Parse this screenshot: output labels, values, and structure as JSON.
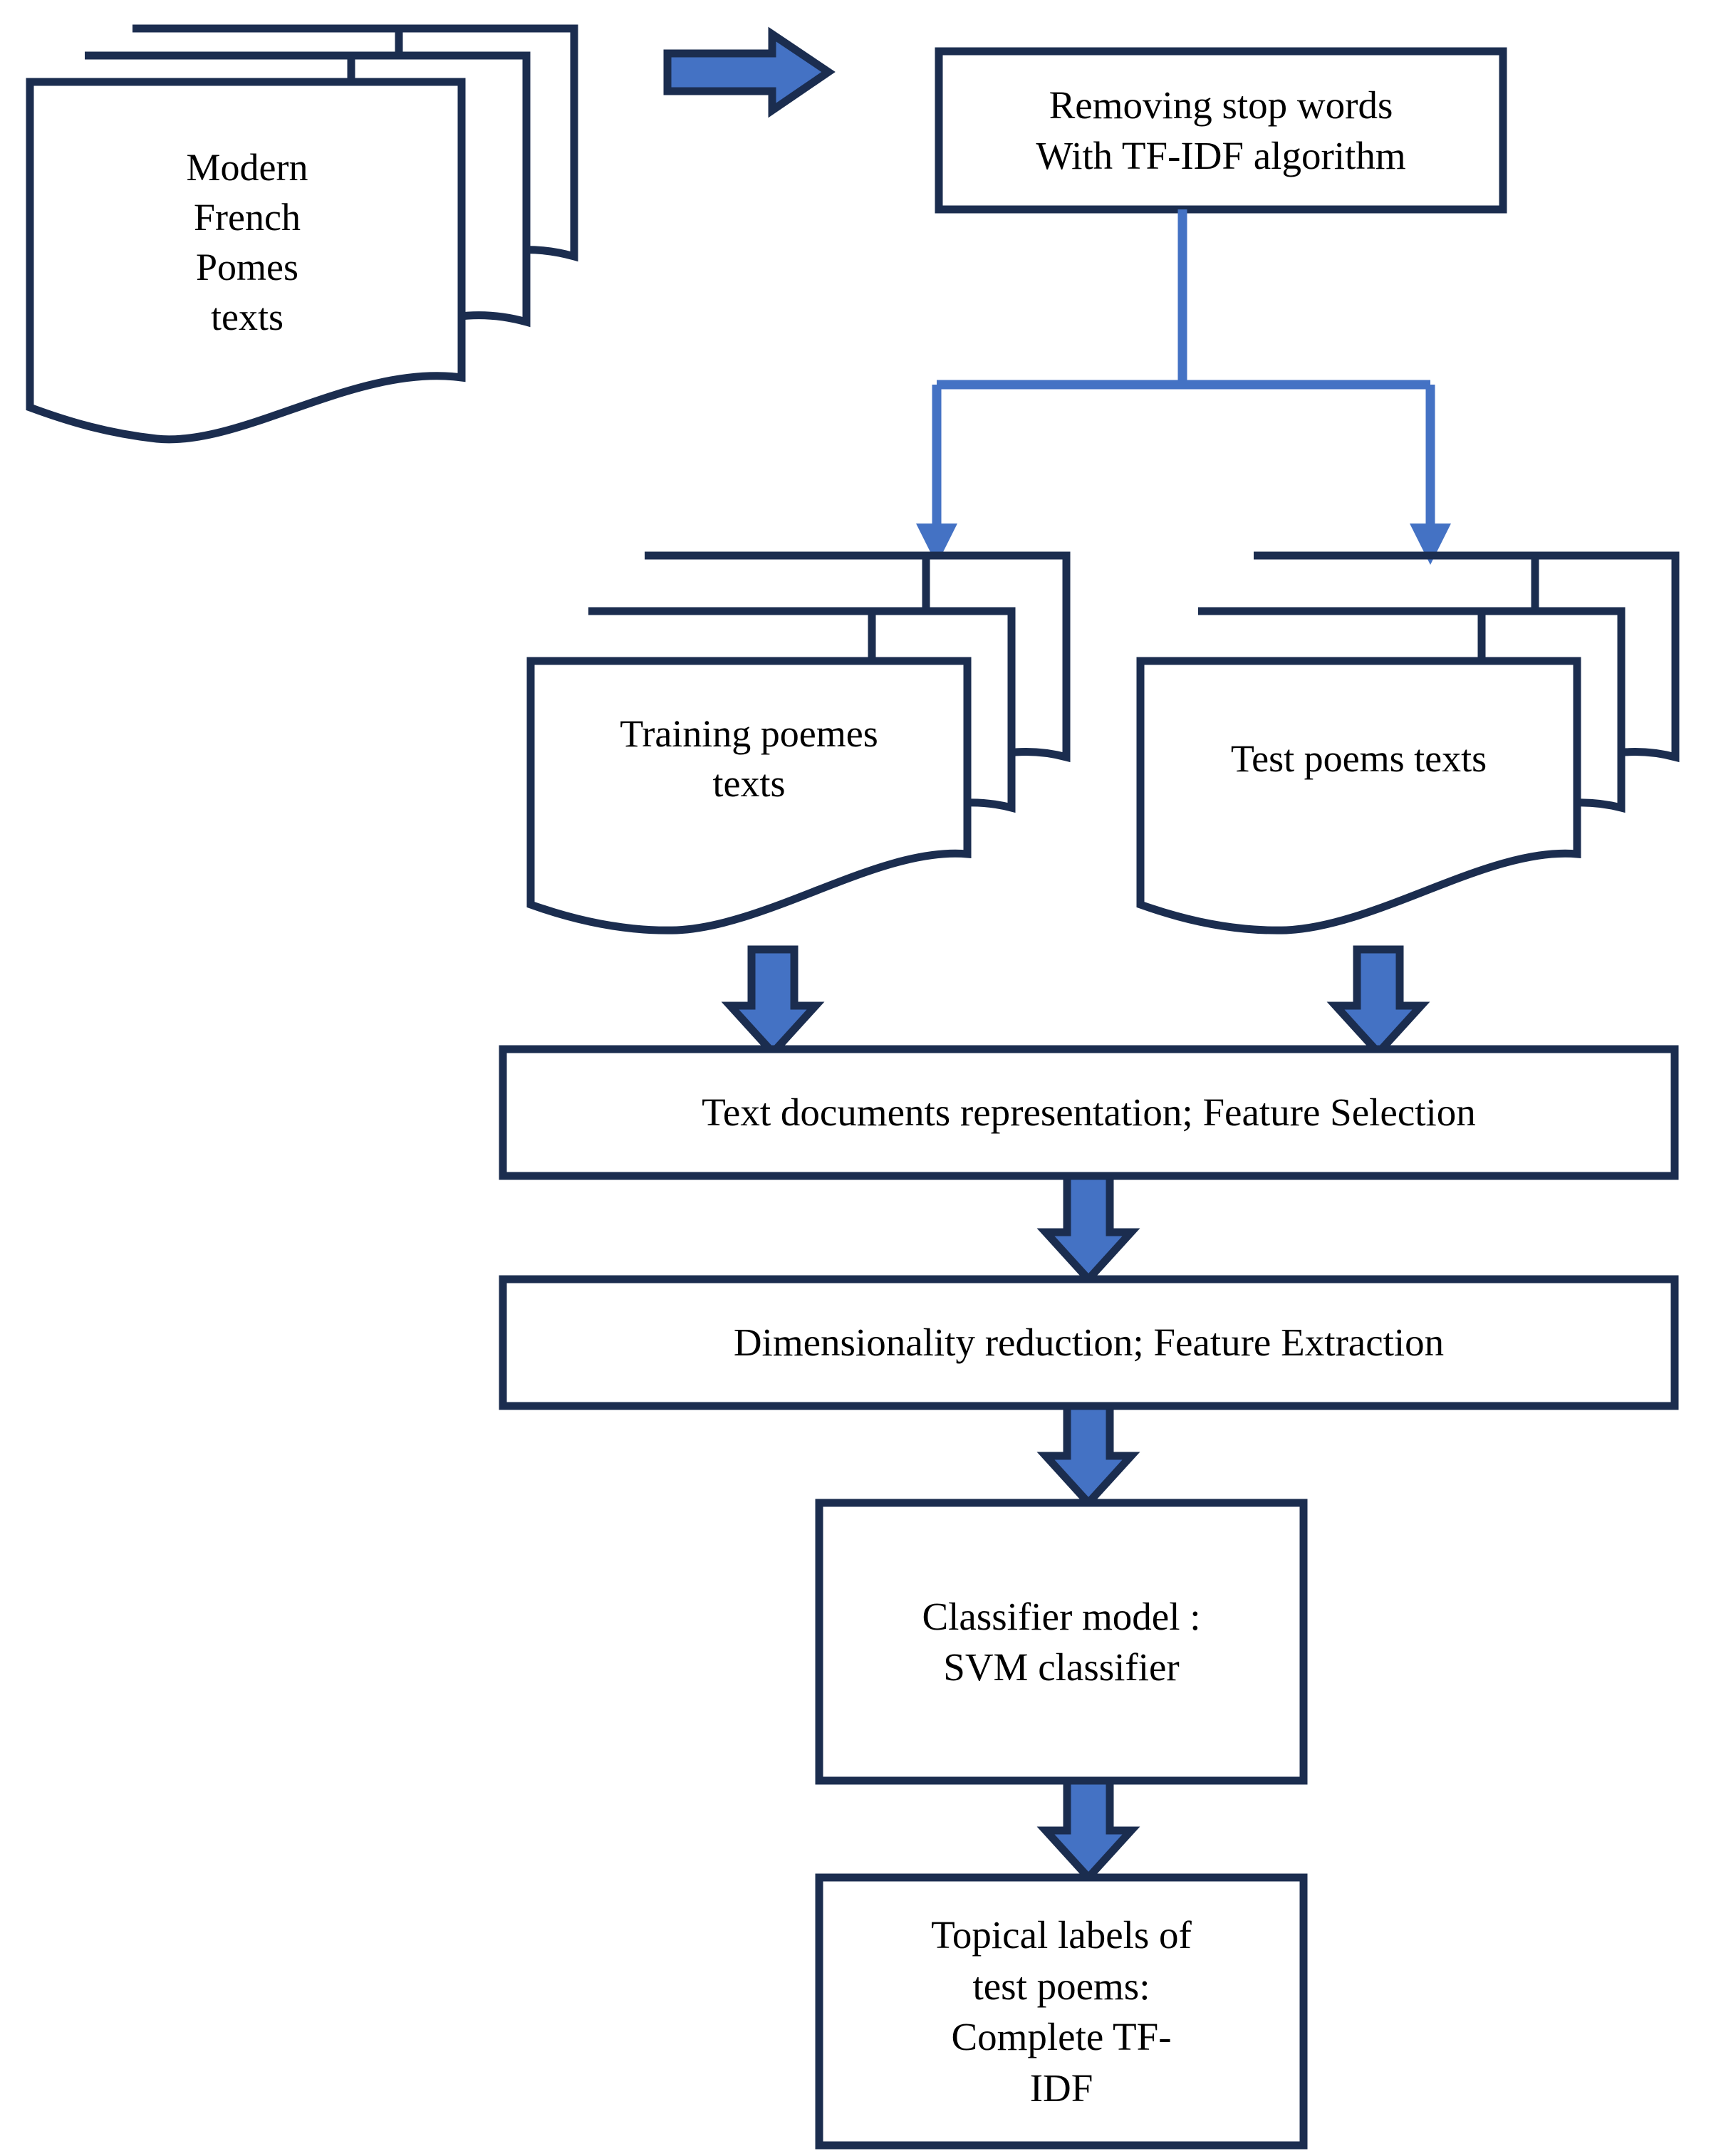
{
  "diagram": {
    "title": "Text classification pipeline for modern French poems",
    "colors": {
      "outline_navy": "#1B2D4F",
      "arrow_blue": "#4472C4",
      "node_fill": "#FFFFFF",
      "text": "#000000"
    },
    "nodes": [
      {
        "id": "source-documents",
        "kind": "document-stack",
        "label": "Modern\nFrench\nPomes\ntexts"
      },
      {
        "id": "preprocessing",
        "kind": "process-box",
        "label": "Removing stop words\nWith TF-IDF algorithm"
      },
      {
        "id": "training-documents",
        "kind": "document-stack",
        "label": "Training poemes\ntexts"
      },
      {
        "id": "test-documents",
        "kind": "document-stack",
        "label": "Test poems texts"
      },
      {
        "id": "representation",
        "kind": "process-box",
        "label": "Text documents representation; Feature Selection"
      },
      {
        "id": "dimensionality",
        "kind": "process-box",
        "label": "Dimensionality reduction; Feature Extraction"
      },
      {
        "id": "classifier",
        "kind": "process-box",
        "label": "Classifier model :\nSVM classifier"
      },
      {
        "id": "output",
        "kind": "process-box",
        "label": "Topical labels of\ntest poems:\nComplete TF-\nIDF"
      }
    ],
    "connectors": [
      {
        "id": "source-to-preprocessing",
        "kind": "block-arrow-right",
        "from": "source-documents",
        "to": "preprocessing"
      },
      {
        "id": "preprocessing-split-training",
        "kind": "thin-elbow-arrow-down",
        "from": "preprocessing",
        "to": "training-documents"
      },
      {
        "id": "preprocessing-split-test",
        "kind": "thin-elbow-arrow-down",
        "from": "preprocessing",
        "to": "test-documents"
      },
      {
        "id": "training-to-representation",
        "kind": "block-arrow-down",
        "from": "training-documents",
        "to": "representation"
      },
      {
        "id": "test-to-representation",
        "kind": "block-arrow-down",
        "from": "test-documents",
        "to": "representation"
      },
      {
        "id": "representation-to-dimensionality",
        "kind": "block-arrow-down",
        "from": "representation",
        "to": "dimensionality"
      },
      {
        "id": "dimensionality-to-classifier",
        "kind": "block-arrow-down",
        "from": "dimensionality",
        "to": "classifier"
      },
      {
        "id": "classifier-to-output",
        "kind": "block-arrow-down",
        "from": "classifier",
        "to": "output"
      }
    ]
  }
}
